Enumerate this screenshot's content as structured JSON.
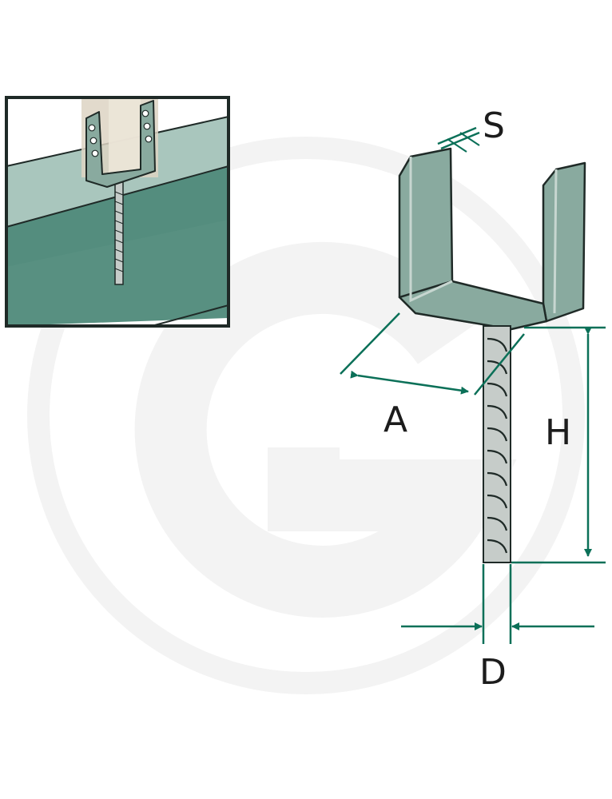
{
  "colors": {
    "metal": "#89aa9f",
    "metal_dark": "#6f9487",
    "metal_light": "#c7d6d0",
    "rod": "#c6ccc9",
    "teal": "#0b7058",
    "ground": "#4f8a7a",
    "sky_band": "#a9c6bd",
    "post": "#ddd3c3",
    "outline": "#1f2a27",
    "watermark": "#f2f2f2"
  },
  "labels": {
    "thickness": "S",
    "width": "A",
    "height": "H",
    "diameter": "D"
  },
  "icons": {
    "watermark": "g-logo-watermark",
    "inset": "installed-post-anchor-illustration"
  }
}
